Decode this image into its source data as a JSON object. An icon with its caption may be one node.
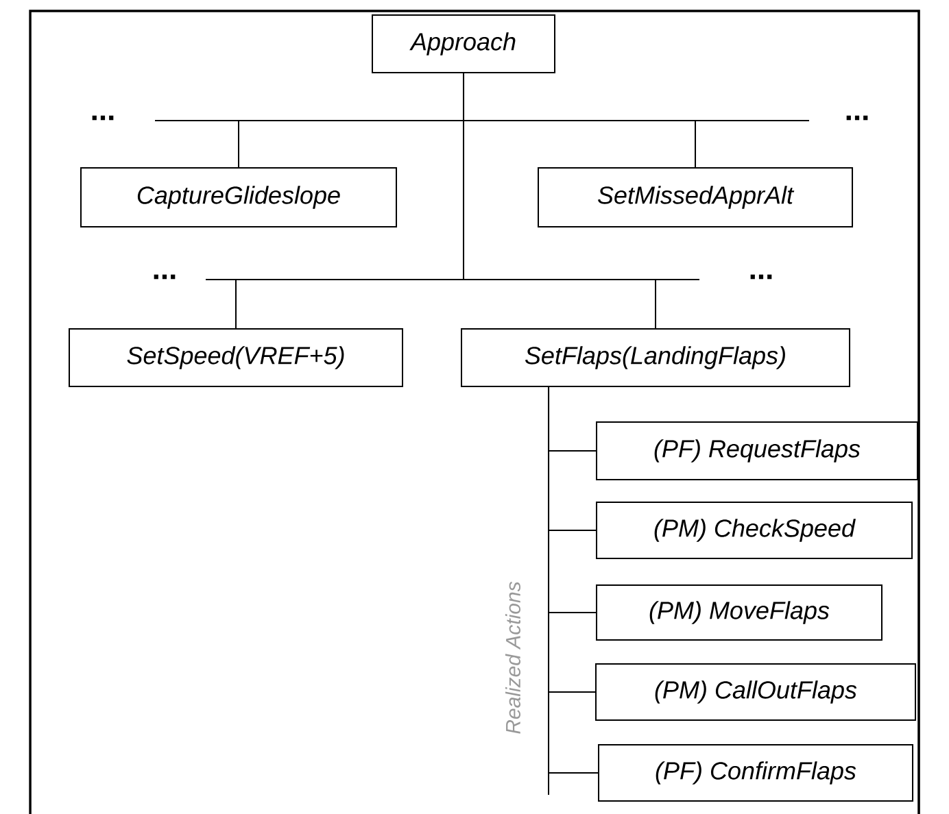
{
  "diagram": {
    "nodes": [
      {
        "text": [
          "Approach"
        ]
      },
      {
        "text": [
          "CaptureGlideslope"
        ]
      },
      {
        "text": [
          "SetMissedApprAlt"
        ]
      },
      {
        "text": [
          "SetSpeed(VREF+5)"
        ]
      },
      {
        "text": [
          "SetFlaps(LandingFlaps)"
        ]
      },
      {
        "text": [
          "(PF) RequestFlaps"
        ]
      },
      {
        "text": [
          "(PM) CheckSpeed"
        ]
      },
      {
        "text": [
          "(PM) MoveFlaps"
        ]
      },
      {
        "text": [
          "(PM) CallOutFlaps"
        ]
      },
      {
        "text": [
          "(PF) ConfirmFlaps"
        ]
      }
    ],
    "edges": [
      {
        "from": 0,
        "to": 1,
        "arrow": "none"
      },
      {
        "from": 0,
        "to": 2,
        "arrow": "none"
      },
      {
        "from": 0,
        "to": 3,
        "arrow": "none"
      },
      {
        "from": 0,
        "to": 4,
        "arrow": "none"
      },
      {
        "from": 4,
        "to": 5,
        "arrow": "none"
      },
      {
        "from": 4,
        "to": 6,
        "arrow": "none"
      },
      {
        "from": 4,
        "to": 7,
        "arrow": "none"
      },
      {
        "from": 4,
        "to": 8,
        "arrow": "none"
      },
      {
        "from": 4,
        "to": 9,
        "arrow": "none"
      }
    ],
    "labels": [
      "...",
      "...",
      "...",
      "...",
      "Realized Actions"
    ]
  }
}
